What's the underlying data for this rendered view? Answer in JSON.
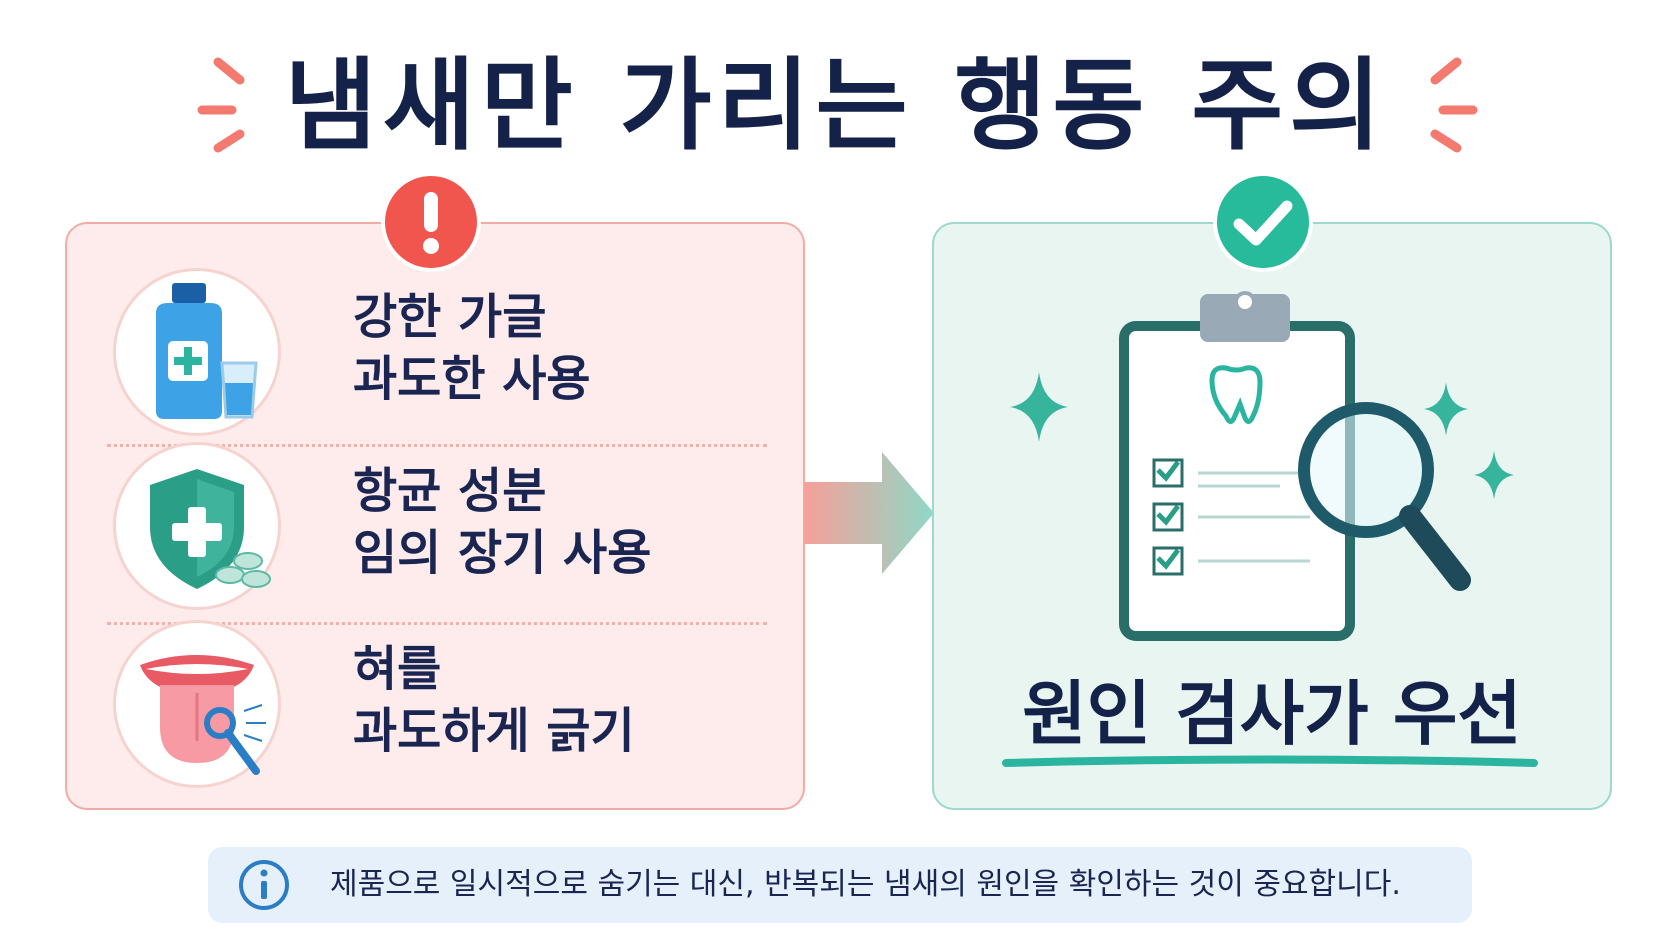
{
  "title": "냄새만 가리는 행동 주의",
  "warn_panel": {
    "items": [
      {
        "line1": "강한 가글",
        "line2": "과도한 사용",
        "icon": "mouthwash-icon"
      },
      {
        "line1": "항균 성분",
        "line2": "임의 장기 사용",
        "icon": "antibacterial-shield-icon"
      },
      {
        "line1": "혀를",
        "line2": "과도하게 긁기",
        "icon": "tongue-scraper-icon"
      }
    ]
  },
  "ok_panel": {
    "label": "원인 검사가 우선",
    "icon": "dental-checkup-clipboard-icon"
  },
  "info": {
    "text": "제품으로 일시적으로 숨기는 대신, 반복되는 냄새의 원인을 확인하는 것이 중요합니다."
  },
  "colors": {
    "title": "#14224a",
    "warn_accent": "#f0564e",
    "ok_accent": "#27bb9b",
    "info_bg": "#e6f0fb"
  }
}
